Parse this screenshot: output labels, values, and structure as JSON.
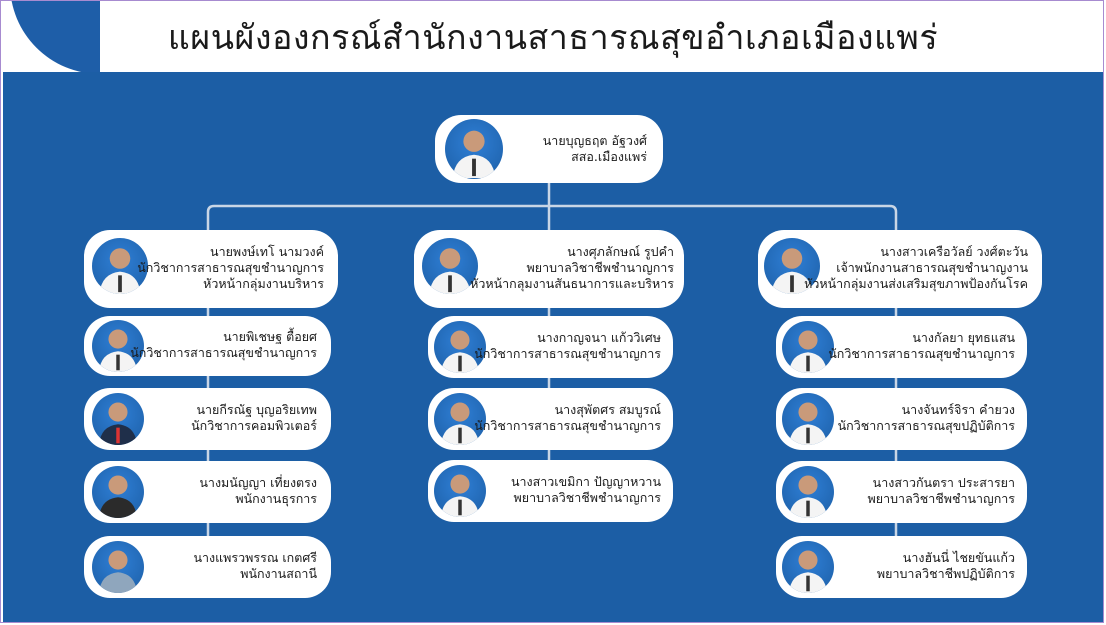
{
  "title": "แผนผังองกรณ์สำนักงานสาธารณสุขอำเภอเมืองแพร่",
  "colors": {
    "panel": "#1c5ea5",
    "card": "#ffffff",
    "line": "#c9d6e6"
  },
  "head": {
    "name": "นายบุญธฤต อัฐวงศ์",
    "position": "สสอ.เมืองแพร่"
  },
  "columns": [
    {
      "chief": {
        "name": "นายพงษ์เทโ นามวงค์",
        "position": "นักวิชาการสาธารณสุขชำนาญการ",
        "role": "หัวหน้ากลุ่มงานบริหาร"
      },
      "members": [
        {
          "name": "นายพิเชษฐ ตื้อยศ",
          "position": "นักวิชาการสาธารณสุขชำนาญการ"
        },
        {
          "name": "นายกีรณัฐ บุญอริยเทพ",
          "position": "นักวิชาการคอมพิวเตอร์"
        },
        {
          "name": "นางมนัญญา เที่ยงตรง",
          "position": "พนักงานธุรการ"
        },
        {
          "name": "นางแพรวพรรณ เกตศรี",
          "position": "พนักงานสถานี"
        }
      ]
    },
    {
      "chief": {
        "name": "นางศุภลักษณ์ รูปคำ",
        "position": "พยาบาลวิชาชีพชำนาญการ",
        "role": "หัวหน้ากลุมงานสันธนาการและบริหาร"
      },
      "members": [
        {
          "name": "นางกาญจนา แก้ววิเศษ",
          "position": "นักวิชาการสาธารณสุขชำนาญการ"
        },
        {
          "name": "นางสุพัตศร สมบูรณ์",
          "position": "นักวิชาการสาธารณสุขชำนาญการ"
        },
        {
          "name": "นางสาวเขมิกา ปัญญาหวาน",
          "position": "พยาบาลวิชาชีพชำนาญการ"
        }
      ]
    },
    {
      "chief": {
        "name": "นางสาวเครือวัลย์ วงศ์ตะวัน",
        "position": "เจ้าพนักงานสาธารณสุขชำนาญงาน",
        "role": "หัวหน้ากลุ่มงานส่งเสริมสุขภาพป้องกันโรค"
      },
      "members": [
        {
          "name": "นางกัลยา ยุทธแสน",
          "position": "นักวิชาการสาธารณสุขชำนาญการ"
        },
        {
          "name": "นางจันทร์จิรา คำยวง",
          "position": "นักวิชาการสาธารณสุขปฏิบัติการ"
        },
        {
          "name": "นางสาวกันตรา ประสารยา",
          "position": "พยาบาลวิชาชีพชำนาญการ"
        },
        {
          "name": "นางฮันนี่ ไชยขันแก้ว",
          "position": "พยาบาลวิชาชีพปฏิบัติการ"
        }
      ]
    }
  ]
}
